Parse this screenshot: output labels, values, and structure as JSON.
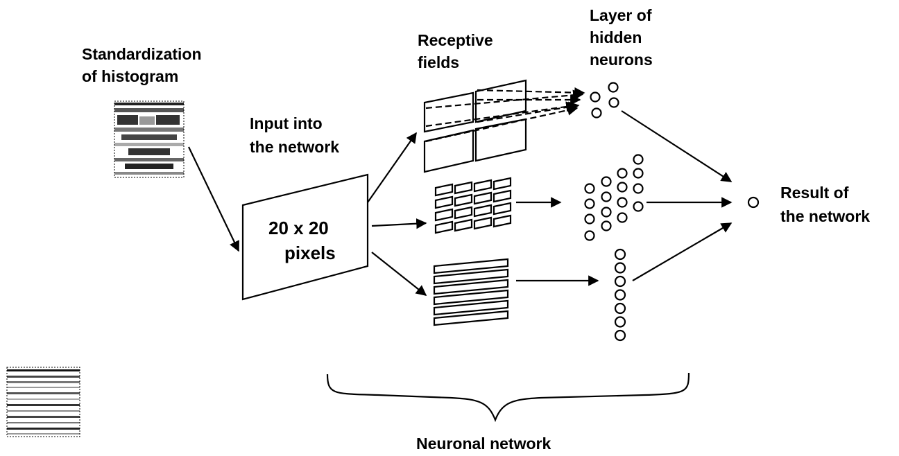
{
  "labels": {
    "standardization_line1": "Standardization",
    "standardization_line2": "of histogram",
    "input_line1": "Input into",
    "input_line2": "the network",
    "pixels_line1": "20 x 20",
    "pixels_line2": "pixels",
    "receptive_line1": "Receptive",
    "receptive_line2": "fields",
    "hidden_line1": "Layer of",
    "hidden_line2": "hidden",
    "hidden_line3": "neurons",
    "result_line1": "Result of",
    "result_line2": "the network",
    "network_caption": "Neuronal network"
  },
  "colors": {
    "ink": "#000000",
    "background": "#ffffff"
  }
}
